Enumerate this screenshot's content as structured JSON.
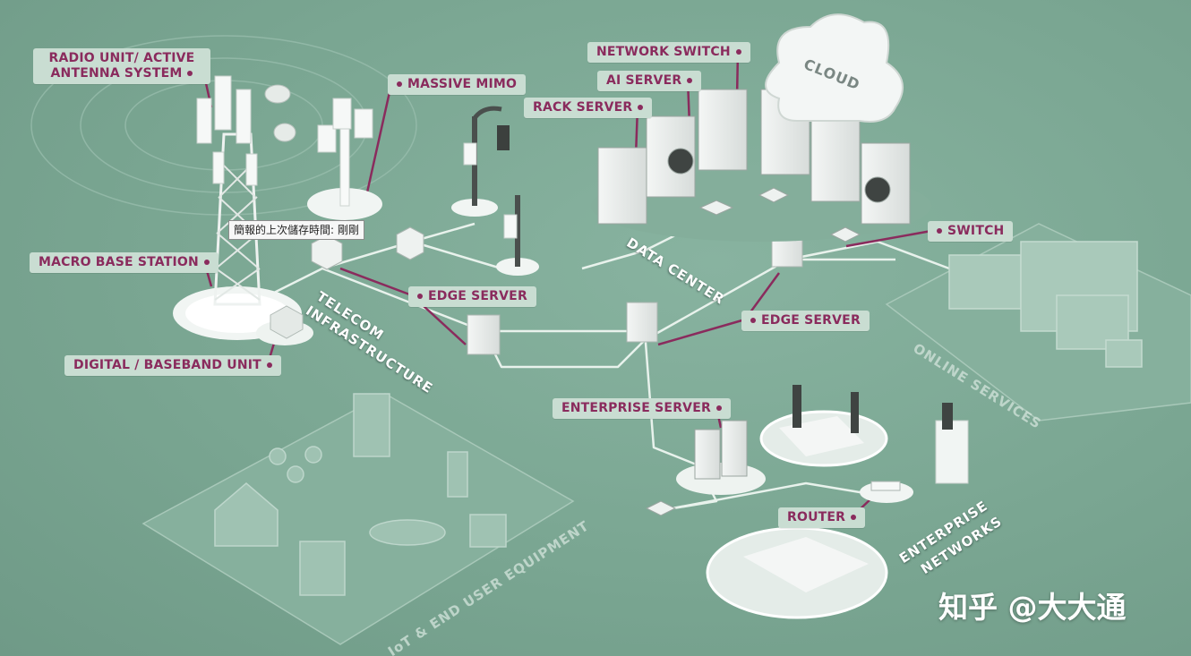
{
  "labels": {
    "radio_unit": "RADIO UNIT/ ACTIVE ANTENNA SYSTEM",
    "massive_mimo": "MASSIVE MIMO",
    "macro_base_station": "MACRO BASE STATION",
    "digital_baseband_unit": "DIGITAL / BASEBAND UNIT",
    "edge_server_telecom": "EDGE SERVER",
    "edge_server_dc": "EDGE SERVER",
    "network_switch": "NETWORK SWITCH",
    "ai_server": "AI SERVER",
    "rack_server": "RACK SERVER",
    "cloud": "CLOUD",
    "switch": "SWITCH",
    "enterprise_server": "ENTERPRISE SERVER",
    "router": "ROUTER"
  },
  "zones": {
    "telecom_line1": "TELECOM",
    "telecom_line2": "INFRASTRUCTURE",
    "data_center": "DATA CENTER",
    "online_services": "ONLINE SERVICES",
    "enterprise_line1": "ENTERPRISE",
    "enterprise_line2": "NETWORKS",
    "iot": "IoT & END USER EQUIPMENT"
  },
  "tooltip": "簡報的上次儲存時間: 剛剛",
  "watermark": "知乎 @大大通",
  "colors": {
    "background": "#7aa592",
    "label_bg": "#c9ddd2",
    "label_text": "#8a2b5d",
    "connector": "#8a2b5d",
    "network_line": "#e8f2ec"
  }
}
